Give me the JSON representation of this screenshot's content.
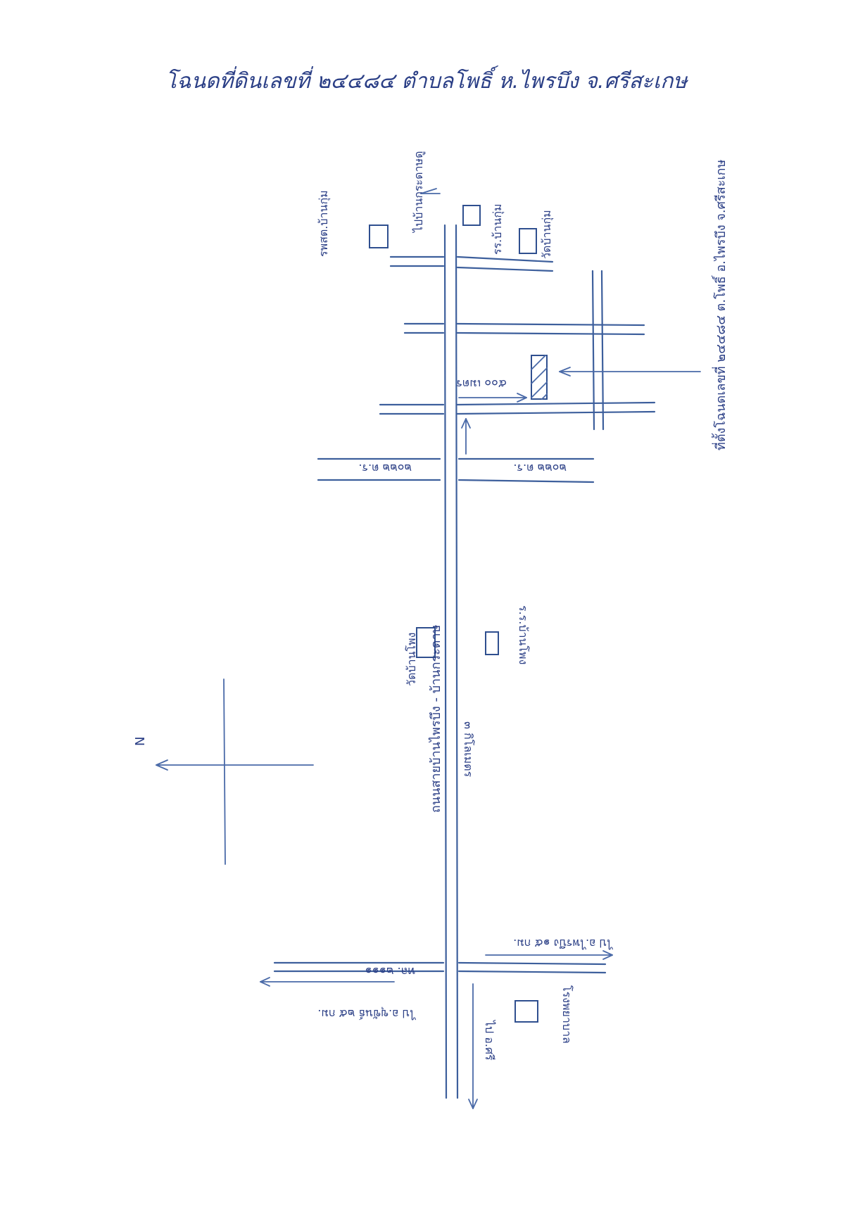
{
  "title": "โฉนดที่ดินเลขที่ ๒๔๔๘๔ ตำบลโพธิ์ ห.ไพรบึง จ.ศรีสะเกษ",
  "north_symbol": "N",
  "colors": {
    "ink": "#3d5f9c",
    "text": "#2b3f86",
    "paper": "#ffffff"
  },
  "labels": {
    "to_khun_han": "ไปบ้านกระดาษดู",
    "school_top": "รร.บ้านกุ่ม",
    "temple_top": "วัดบ้านกุ่ม",
    "hospital_top": "รพสต.บ้านกุ่ม",
    "land_callout": "ที่ตั้งโฉนดเลขที่ ๒๔๔๘๔ ต.โพธิ์ อ.ไพรบึง จ.ศรีสะเกษ",
    "distance_500m": "๕๐๐ เมตร",
    "soi_left": "๒๐๒๒ ต.ร.",
    "soi_right": "๒๐๒๒ ต.ร.",
    "temple_mid": "วัดบ้านโพง",
    "main_road": "ถนนสายบ้านไพรบึง - บ้านกระดาษ",
    "distance_3km": "๓ กิโลเมตร",
    "school_mid": "ร.ร.บ้านโพง",
    "to_phaibueng_15": "ไป อ.ไพรบึง ๑๕ กม.",
    "road_2111": "ทล. ๒๑๑๑",
    "road_to_khukhan": "ไป อ.ขุขันธ์ ๒๕ กม.",
    "to_sisaket": "ไป อ.ศรี",
    "hospital_bottom": "โรงพยาบาล"
  }
}
